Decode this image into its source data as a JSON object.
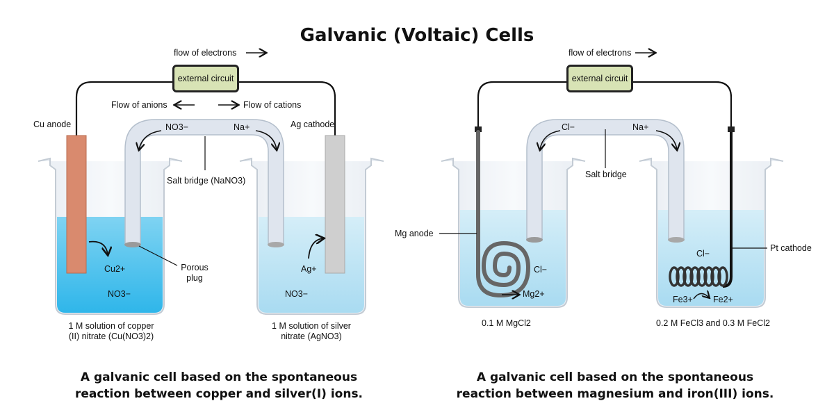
{
  "title": "Galvanic (Voltaic) Cells",
  "left": {
    "flow_of_electrons": "flow of electrons",
    "external_circuit": "external circuit",
    "flow_of_anions": "Flow of anions",
    "flow_of_cations": "Flow of cations",
    "anode_label": "Cu anode",
    "cathode_label": "Ag cathode",
    "anion_in_bridge": "NO3−",
    "cation_in_bridge": "Na+",
    "salt_bridge": "Salt bridge (NaNO3)",
    "porous_plug": "Porous plug",
    "left_ion": "Cu2+",
    "left_anion": "NO3−",
    "right_ion": "Ag+",
    "right_anion": "NO3−",
    "left_solution": "1 M solution of copper (II) nitrate (Cu(NO3)2)",
    "right_solution": "1 M solution of silver nitrate (AgNO3)",
    "caption": "A galvanic cell based on the spontaneous reaction between copper and silver(I) ions."
  },
  "right": {
    "flow_of_electrons": "flow of electrons",
    "external_circuit": "external circuit",
    "anion_in_bridge": "Cl−",
    "cation_in_bridge": "Na+",
    "salt_bridge": "Salt bridge",
    "anode_label": "Mg anode",
    "cathode_label": "Pt cathode",
    "left_anion": "Cl−",
    "left_ion": "Mg2+",
    "right_anion": "Cl−",
    "right_ion_from": "Fe3+",
    "right_ion_to": "Fe2+",
    "left_solution": "0.1 M MgCl2",
    "right_solution": "0.2 M FeCl3 and 0.3 M FeCl2",
    "caption": "A galvanic cell based on the spontaneous reaction between magnesium and iron(III) ions."
  },
  "colors": {
    "solution_left": "#4cc3ee",
    "solution_light": "#bfe4f5",
    "copper": "#d98a6e",
    "silver": "#cfcfcf",
    "box": "#d8e3b5"
  }
}
